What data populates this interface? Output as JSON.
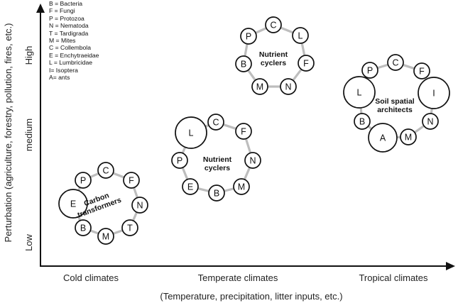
{
  "legend": [
    "B = Bacteria",
    "F = Fungi",
    "P = Protozoa",
    "N = Nematoda",
    "T = Tardigrada",
    "M = Mites",
    "C = Collembola",
    "E = Enchytraeidae",
    "L = Lumbricidae",
    "I= Isoptera",
    "A= ants"
  ],
  "axes": {
    "y_title": "Perturbation (agriculture, forestry, pollution, fires, etc.)",
    "y_ticks": [
      "High",
      "medium",
      "Low"
    ],
    "x_ticks": [
      "Cold climates",
      "Temperate climates",
      "Tropical climates"
    ],
    "x_title": "(Temperature, precipitation, litter inputs, etc.)"
  },
  "groups": [
    {
      "label_lines": [
        "Carbon",
        "transformers"
      ],
      "nodes": [
        "E",
        "P",
        "C",
        "F",
        "N",
        "T",
        "M",
        "B"
      ]
    },
    {
      "label_lines": [
        "Nutrient",
        "cyclers"
      ],
      "nodes": [
        "L",
        "C",
        "F",
        "N",
        "M",
        "B",
        "E",
        "P"
      ]
    },
    {
      "label_lines": [
        "Nutrient",
        "cyclers"
      ],
      "nodes": [
        "C",
        "L",
        "F",
        "N",
        "M",
        "B",
        "P"
      ]
    },
    {
      "label_lines": [
        "Soil spatial",
        "architects"
      ],
      "nodes": [
        "P",
        "C",
        "F",
        "I",
        "N",
        "M",
        "A",
        "B",
        "L"
      ]
    }
  ],
  "colors": {
    "ink": "#111111",
    "connector": "#bdbdbd",
    "node_fill": "#ffffff"
  }
}
